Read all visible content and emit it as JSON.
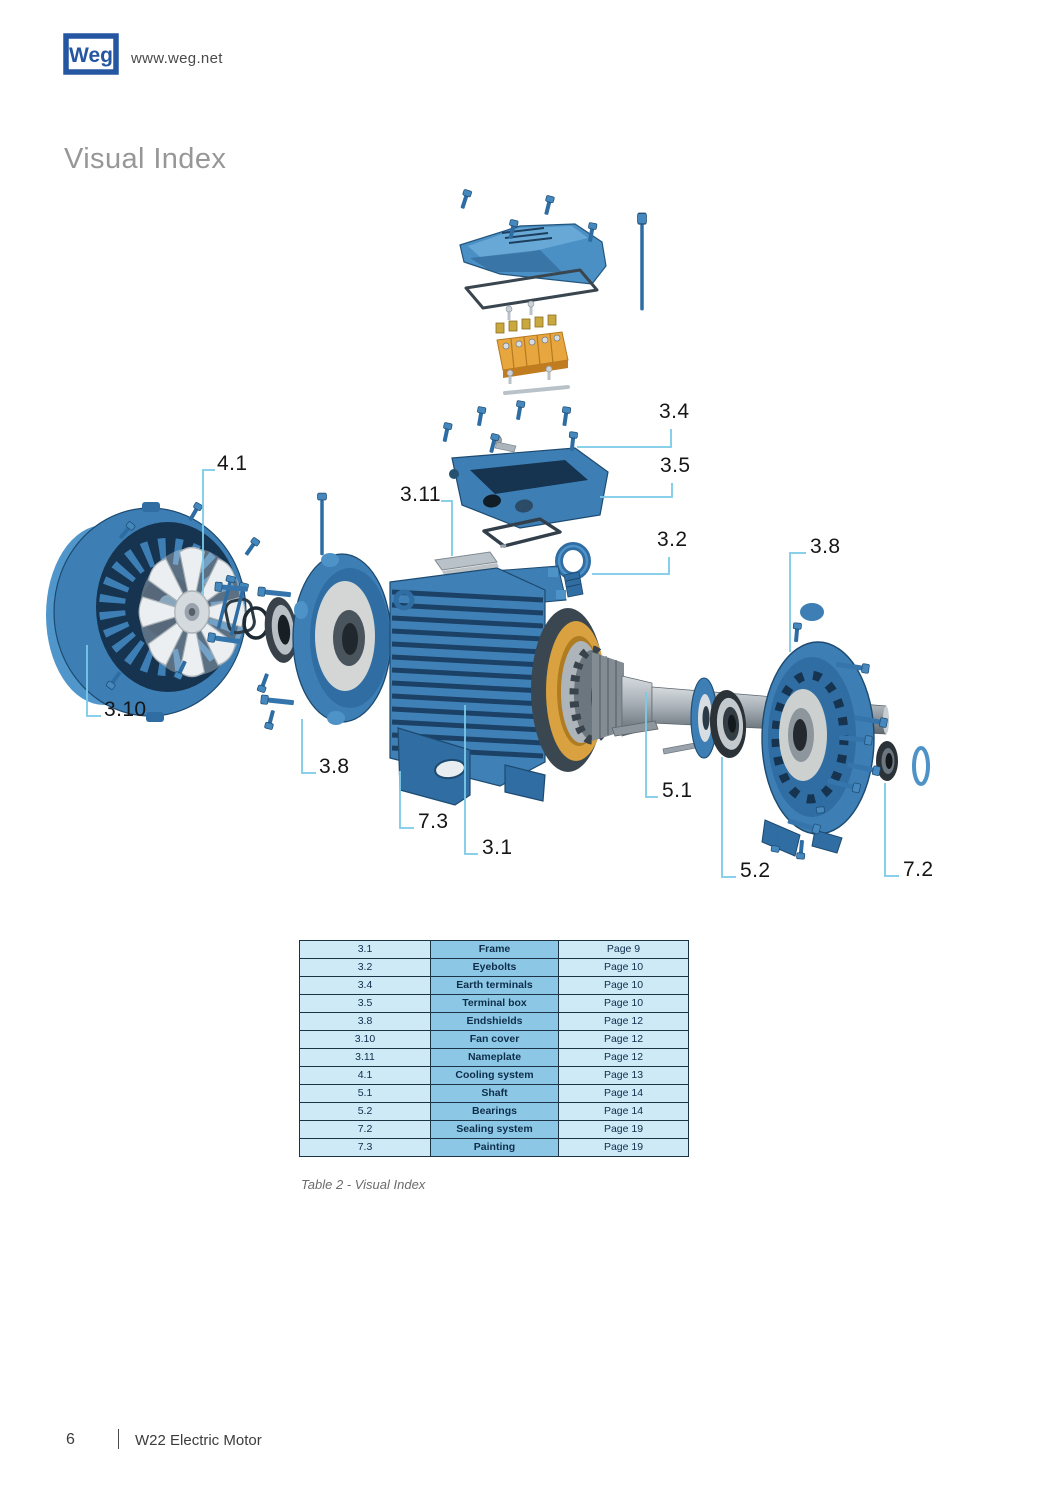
{
  "header": {
    "logo": "Weg",
    "website": "www.weg.net"
  },
  "title": "Visual Index",
  "diagram": {
    "callouts": {
      "cooling": "4.1",
      "fan_cover": "3.10",
      "nameplate": "3.11",
      "earth_terminals": "3.4",
      "terminal_box": "3.5",
      "eyebolts": "3.2",
      "endshield_rear": "3.8",
      "endshield_front": "3.8",
      "painting": "7.3",
      "frame": "3.1",
      "shaft": "5.1",
      "bearings": "5.2",
      "sealing": "7.2"
    }
  },
  "table": {
    "caption": "Table 2 - Visual Index",
    "rows": [
      {
        "ref": "3.1",
        "part": "Frame",
        "page": "Page 9"
      },
      {
        "ref": "3.2",
        "part": "Eyebolts",
        "page": "Page 10"
      },
      {
        "ref": "3.4",
        "part": "Earth terminals",
        "page": "Page 10"
      },
      {
        "ref": "3.5",
        "part": "Terminal box",
        "page": "Page 10"
      },
      {
        "ref": "3.8",
        "part": "Endshields",
        "page": "Page 12"
      },
      {
        "ref": "3.10",
        "part": "Fan cover",
        "page": "Page 12"
      },
      {
        "ref": "3.11",
        "part": "Nameplate",
        "page": "Page 12"
      },
      {
        "ref": "4.1",
        "part": "Cooling system",
        "page": "Page 13"
      },
      {
        "ref": "5.1",
        "part": "Shaft",
        "page": "Page 14"
      },
      {
        "ref": "5.2",
        "part": "Bearings",
        "page": "Page 14"
      },
      {
        "ref": "7.2",
        "part": "Sealing system",
        "page": "Page 19"
      },
      {
        "ref": "7.3",
        "part": "Painting",
        "page": "Page 19"
      }
    ]
  },
  "footer": {
    "page_number": "6",
    "doc_title": "W22 Electric Motor"
  },
  "colors": {
    "logo_blue": "#2456a2",
    "motor_blue": "#3d7fb5",
    "leader_line": "#7bcae8",
    "table_part_col": "#8cc8e5",
    "table_cell": "#cfeaf7",
    "stator_yellow": "#d9a13f",
    "terminal_orange": "#e8a63e"
  }
}
